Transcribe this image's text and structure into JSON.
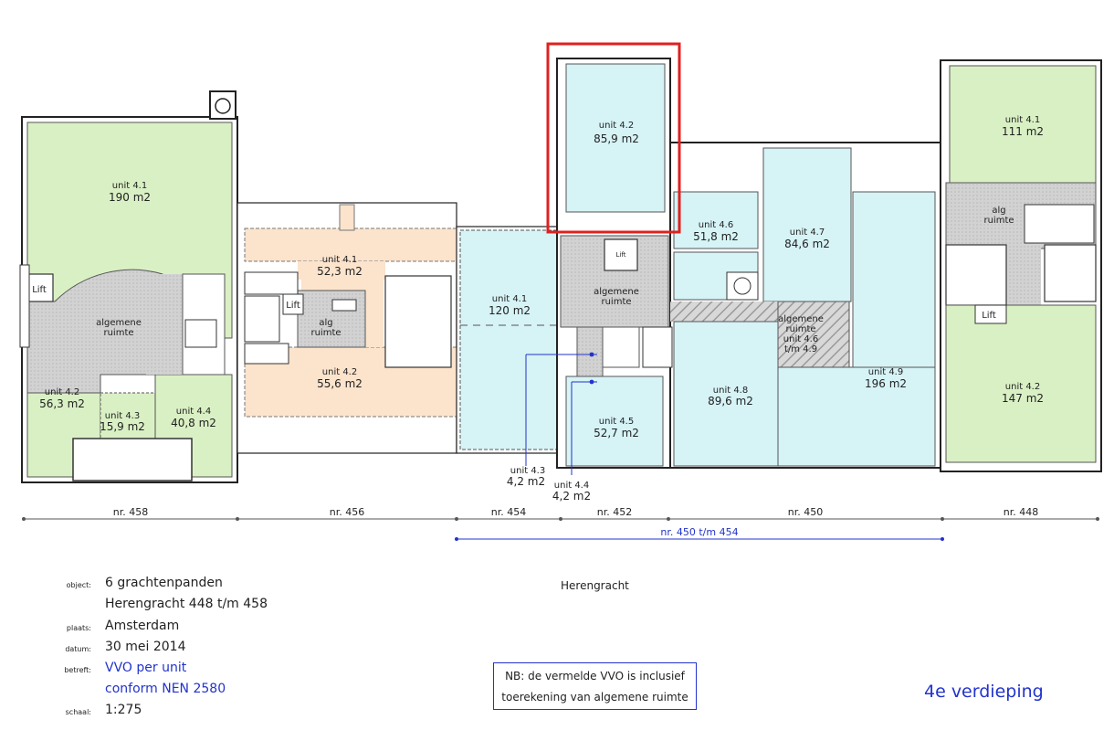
{
  "units": {
    "u458_1": {
      "name": "unit 4.1",
      "area": "190 m2"
    },
    "u458_2": {
      "name": "unit 4.2",
      "area": "56,3 m2"
    },
    "u458_3": {
      "name": "unit 4.3",
      "area": "15,9 m2"
    },
    "u458_4": {
      "name": "unit 4.4",
      "area": "40,8 m2"
    },
    "u456_1": {
      "name": "unit 4.1",
      "area": "52,3 m2"
    },
    "u456_2": {
      "name": "unit 4.2",
      "area": "55,6 m2"
    },
    "u454_1": {
      "name": "unit 4.1",
      "area": "120 m2"
    },
    "u452_2": {
      "name": "unit 4.2",
      "area": "85,9 m2"
    },
    "u452_3": {
      "name": "unit 4.3",
      "area": "4,2 m2"
    },
    "u452_4": {
      "name": "unit 4.4",
      "area": "4,2 m2"
    },
    "u452_5": {
      "name": "unit 4.5",
      "area": "52,7 m2"
    },
    "u450_6": {
      "name": "unit 4.6",
      "area": "51,8 m2"
    },
    "u450_7": {
      "name": "unit 4.7",
      "area": "84,6 m2"
    },
    "u450_8": {
      "name": "unit 4.8",
      "area": "89,6 m2"
    },
    "u450_9": {
      "name": "unit 4.9",
      "area": "196 m2"
    },
    "u448_1": {
      "name": "unit 4.1",
      "area": "111 m2"
    },
    "u448_2": {
      "name": "unit 4.2",
      "area": "147 m2"
    }
  },
  "common": {
    "algemene1": "algemene",
    "ruimte": "ruimte",
    "alg": "alg",
    "lift": "Lift",
    "shared_line1": "algemene",
    "shared_line2": "ruimte",
    "shared_line3": "unit 4.6",
    "shared_line4": "t/m 4.9"
  },
  "addresses": {
    "n458": "nr. 458",
    "n456": "nr. 456",
    "n454": "nr. 454",
    "n452": "nr. 452",
    "n450": "nr. 450",
    "n448": "nr. 448",
    "combined": "nr. 450 t/m 454"
  },
  "meta": {
    "object_label": "object:",
    "object_line1": "6 grachtenpanden",
    "object_line2": "Herengracht 448 t/m 458",
    "plaats_label": "plaats:",
    "plaats": "Amsterdam",
    "datum_label": "datum:",
    "datum": "30 mei 2014",
    "betreft_label": "betreft:",
    "betreft_line1": "VVO per unit",
    "betreft_line2": "conform NEN 2580",
    "schaal_label": "schaal:",
    "schaal": "1:275"
  },
  "street": "Herengracht",
  "note_line1": "NB: de vermelde VVO is inclusief",
  "note_line2": "toerekening van algemene ruimte",
  "floor_label": "4e verdieping",
  "colors": {
    "green": "#d9f0c4",
    "cyan": "#d6f3f6",
    "peach": "#fbe3cc",
    "grey": "#d4d4d4",
    "highlight": "#e02020",
    "blue": "#2233cc"
  }
}
